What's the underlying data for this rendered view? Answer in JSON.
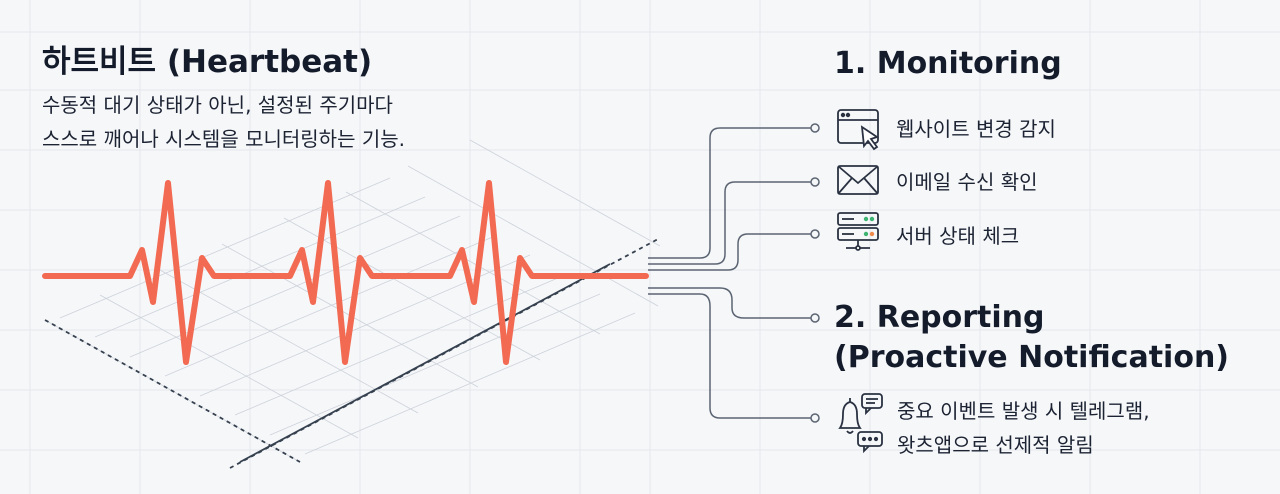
{
  "header": {
    "title": "하트비트 (Heartbeat)",
    "description_line1": "수동적 대기 상태가 아닌, 설정된 주기마다",
    "description_line2": "스스로 깨어나 시스템을 모니터링하는 기능."
  },
  "monitoring": {
    "heading": "1. Monitoring",
    "items": [
      {
        "label": "웹사이트 변경 감지",
        "icon": "browser-cursor-icon"
      },
      {
        "label": "이메일 수신 확인",
        "icon": "envelope-icon"
      },
      {
        "label": "서버 상태 체크",
        "icon": "server-icon"
      }
    ]
  },
  "reporting": {
    "heading_line1": "2. Reporting",
    "heading_line2": "(Proactive Notification)",
    "item_line1": "중요 이벤트 발생 시 텔레그램,",
    "item_line2": "왓츠앱으로 선제적 알림",
    "icon": "bell-chat-icon"
  },
  "colors": {
    "pulse": "#f26a52",
    "ink": "#141c2c",
    "line": "#5b6472",
    "grid": "#d7dbe2",
    "server_green": "#3cb371",
    "server_orange": "#f08a4b"
  }
}
